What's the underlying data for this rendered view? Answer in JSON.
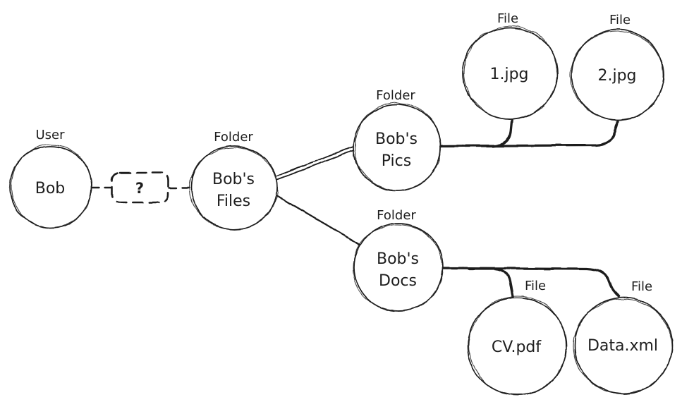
{
  "diagram": {
    "style": "hand-drawn sketch (excalidraw-like)",
    "colors": {
      "ink": "#1e1e1e",
      "background": "#ffffff"
    },
    "placeholder": {
      "label": "?"
    },
    "nodes": {
      "bob": {
        "type_label": "User",
        "label": "Bob"
      },
      "bobs_files": {
        "type_label": "Folder",
        "label": "Bob's Files",
        "line1": "Bob's",
        "line2": "Files"
      },
      "bobs_pics": {
        "type_label": "Folder",
        "label": "Bob's Pics",
        "line1": "Bob's",
        "line2": "Pics"
      },
      "bobs_docs": {
        "type_label": "Folder",
        "label": "Bob's Docs",
        "line1": "Bob's",
        "line2": "Docs"
      },
      "file_1": {
        "type_label": "File",
        "label": "1.jpg"
      },
      "file_2": {
        "type_label": "File",
        "label": "2.jpg"
      },
      "file_cv": {
        "type_label": "File",
        "label": "CV.pdf"
      },
      "file_data": {
        "type_label": "File",
        "label": "Data.xml"
      }
    },
    "edges": [
      {
        "from": "Bob",
        "to": "?",
        "style": "dashed"
      },
      {
        "from": "?",
        "to": "Bob's Files",
        "style": "dashed"
      },
      {
        "from": "Bob's Files",
        "to": "Bob's Pics",
        "style": "solid"
      },
      {
        "from": "Bob's Files",
        "to": "Bob's Docs",
        "style": "solid"
      },
      {
        "from": "Bob's Pics",
        "to": "1.jpg",
        "style": "solid"
      },
      {
        "from": "Bob's Pics",
        "to": "2.jpg",
        "style": "solid"
      },
      {
        "from": "Bob's Docs",
        "to": "CV.pdf",
        "style": "solid"
      },
      {
        "from": "Bob's Docs",
        "to": "Data.xml",
        "style": "solid"
      }
    ]
  }
}
